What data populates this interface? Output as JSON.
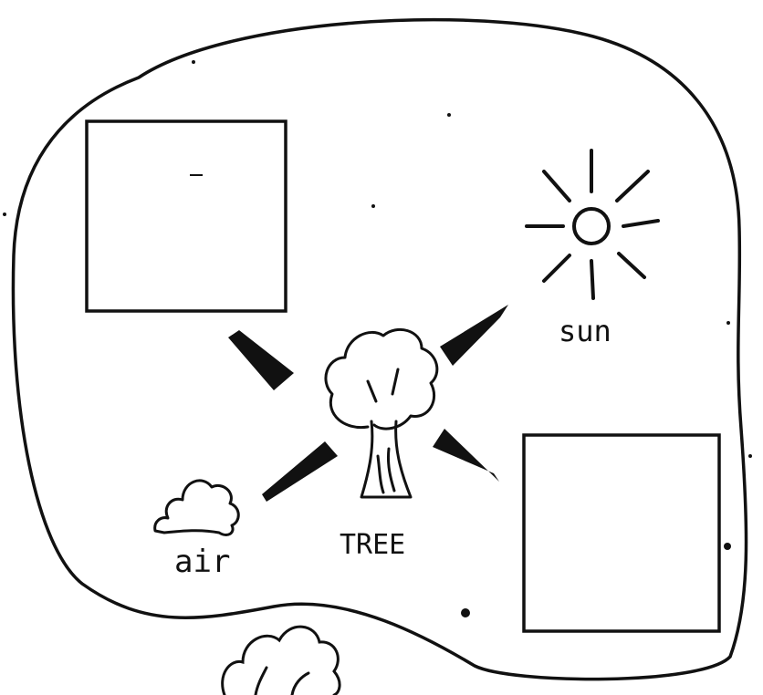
{
  "labels": {
    "sun": "sun",
    "tree": "TREE",
    "air": "air"
  },
  "icons": [
    "sun-icon",
    "tree-icon",
    "cloud-icon",
    "bush-icon",
    "arrow-icon"
  ],
  "colors": {
    "ink": "#111111",
    "paper": "#ffffff"
  }
}
